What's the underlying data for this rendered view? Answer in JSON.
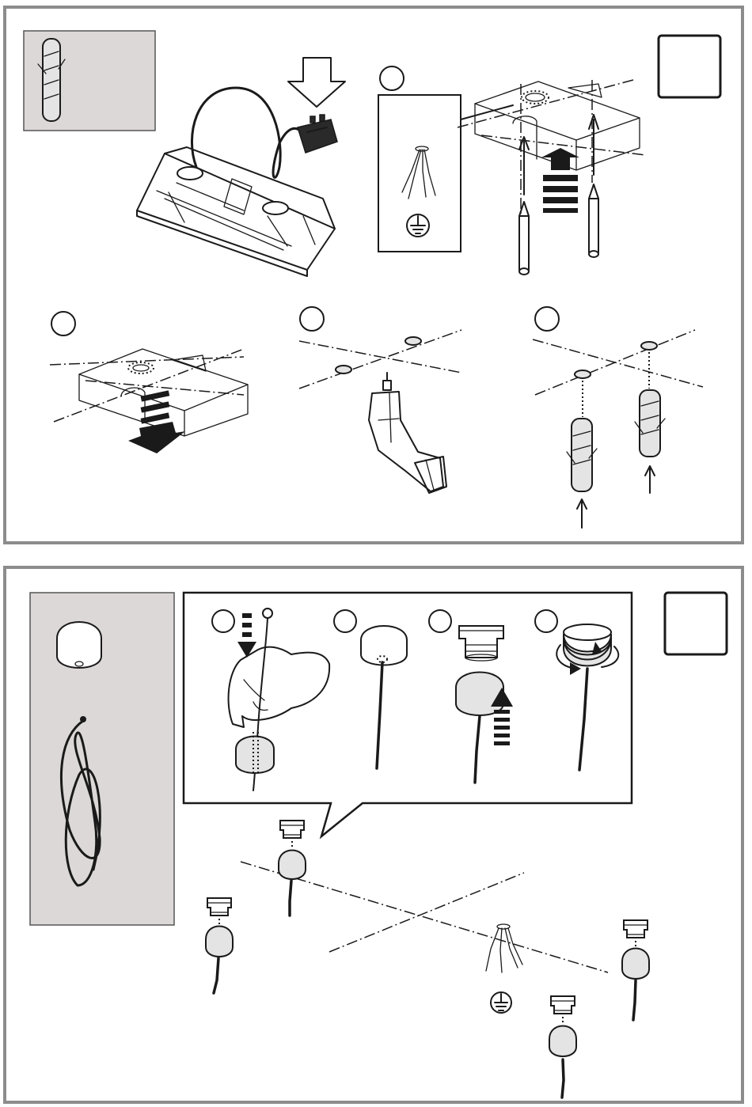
{
  "diagram": {
    "colors": {
      "panel_border": "#8c8c8c",
      "accessory_box": "#ddd8d8",
      "ink": "#1a1a1a",
      "fill_gray": "#e4e4e4"
    },
    "panels": [
      {
        "name": "ceiling-mount-panel",
        "steps": [
          "wire-routing",
          "mark-holes",
          "drill-holes",
          "insert-wall-plugs"
        ],
        "icons": [
          "wall-plug-icon",
          "cooker-hood-unit",
          "down-arrow-icon",
          "ground-symbol-icon",
          "pencil-icon",
          "drill-icon"
        ]
      },
      {
        "name": "cable-fitting-panel",
        "steps": [
          "thread-cable",
          "cap-on-cable",
          "ring-and-cap",
          "screw-ring"
        ],
        "icons": [
          "ceiling-cap-icon",
          "cable-coil-icon",
          "hand-icon",
          "rotate-arrows-icon",
          "ground-symbol-icon"
        ]
      }
    ]
  }
}
